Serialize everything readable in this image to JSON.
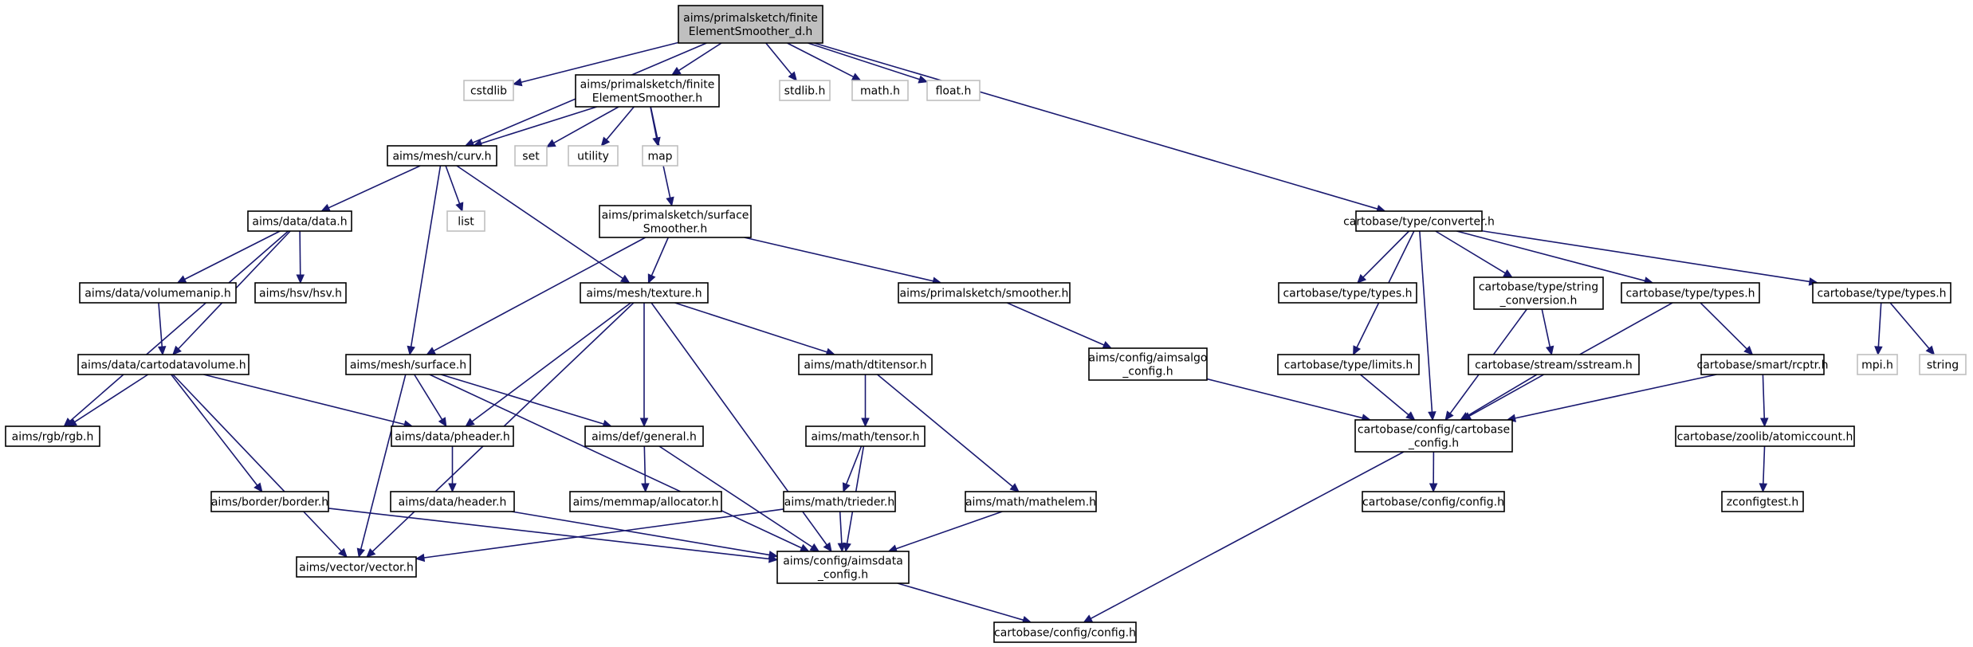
{
  "colors": {
    "edge": "#191970",
    "root_fill": "#bfbfbf",
    "external_stroke": "#bfbfbf",
    "node_stroke": "#000000"
  },
  "nodes": {
    "root": [
      "aims/primalsketch/finite",
      "ElementSmoother_d.h"
    ],
    "cstdlib": [
      "cstdlib"
    ],
    "fes": [
      "aims/primalsketch/finite",
      "ElementSmoother.h"
    ],
    "stdlib": [
      "stdlib.h"
    ],
    "math": [
      "math.h"
    ],
    "float": [
      "float.h"
    ],
    "curv": [
      "aims/mesh/curv.h"
    ],
    "set": [
      "set"
    ],
    "utility": [
      "utility"
    ],
    "map": [
      "map"
    ],
    "list": [
      "list"
    ],
    "data": [
      "aims/data/data.h"
    ],
    "surfsmooth": [
      "aims/primalsketch/surface",
      "Smoother.h"
    ],
    "converter": [
      "cartobase/type/converter.h"
    ],
    "volmanip": [
      "aims/data/volumemanip.h"
    ],
    "hsv": [
      "aims/hsv/hsv.h"
    ],
    "texture": [
      "aims/mesh/texture.h"
    ],
    "smoother": [
      "aims/primalsketch/smoother.h"
    ],
    "types1": [
      "cartobase/type/types.h"
    ],
    "stringconv": [
      "cartobase/type/string",
      "_conversion.h"
    ],
    "types2": [
      "cartobase/type/types.h"
    ],
    "types3": [
      "cartobase/type/types.h"
    ],
    "cartovol": [
      "aims/data/cartodatavolume.h"
    ],
    "surface": [
      "aims/mesh/surface.h"
    ],
    "dtitensor": [
      "aims/math/dtitensor.h"
    ],
    "aimsalgo": [
      "aims/config/aimsalgo",
      "_config.h"
    ],
    "limits": [
      "cartobase/type/limits.h"
    ],
    "sstream": [
      "cartobase/stream/sstream.h"
    ],
    "rcptr": [
      "cartobase/smart/rcptr.h"
    ],
    "mpi": [
      "mpi.h"
    ],
    "string": [
      "string"
    ],
    "rgb": [
      "aims/rgb/rgb.h"
    ],
    "pheader": [
      "aims/data/pheader.h"
    ],
    "general": [
      "aims/def/general.h"
    ],
    "tensor": [
      "aims/math/tensor.h"
    ],
    "cartobaseconfig": [
      "cartobase/config/cartobase",
      "_config.h"
    ],
    "atomic": [
      "cartobase/zoolib/atomiccount.h"
    ],
    "border": [
      "aims/border/border.h"
    ],
    "header": [
      "aims/data/header.h"
    ],
    "allocator": [
      "aims/memmap/allocator.h"
    ],
    "trieder": [
      "aims/math/trieder.h"
    ],
    "mathelem": [
      "aims/math/mathelem.h"
    ],
    "config1": [
      "cartobase/config/config.h"
    ],
    "zconfig": [
      "zconfigtest.h"
    ],
    "vector": [
      "aims/vector/vector.h"
    ],
    "aimsdata": [
      "aims/config/aimsdata",
      "_config.h"
    ],
    "config2": [
      "cartobase/config/config.h"
    ]
  }
}
